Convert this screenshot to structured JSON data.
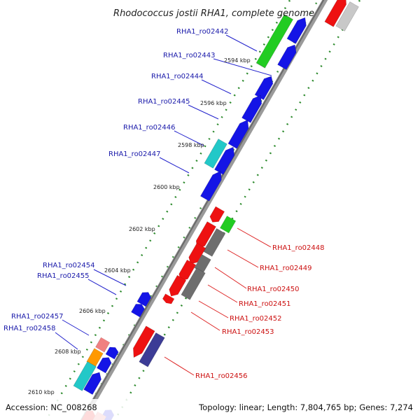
{
  "title": "Rhodococcus jostii RHA1, complete genome",
  "footer": {
    "accession": "Accession: NC_008268",
    "summary": "Topology: linear; Length: 7,804,765 bp; Genes: 7,274"
  },
  "colors": {
    "backbone": "#8c8c8c",
    "guide_dots": "#2e8b2e",
    "blue": "#1414e6",
    "red": "#ee1111",
    "green": "#22cc22",
    "cyan": "#22c8c8",
    "gray": "#6e6e6e",
    "purple": "#3c3c96",
    "orange": "#ff9900",
    "pink": "#f08080",
    "silver": "#c8c8c8"
  },
  "kbp_labels": [
    "2594 kbp",
    "2596 kbp",
    "2598 kbp",
    "2600 kbp",
    "2602 kbp",
    "2604 kbp",
    "2606 kbp",
    "2608 kbp",
    "2610 kbp"
  ],
  "left_labels": [
    "RHA1_ro02442",
    "RHA1_ro02443",
    "RHA1_ro02444",
    "RHA1_ro02445",
    "RHA1_ro02446",
    "RHA1_ro02447",
    "RHA1_ro02454",
    "RHA1_ro02455",
    "RHA1_ro02457",
    "RHA1_ro02458"
  ],
  "right_labels": [
    "RHA1_ro02448",
    "RHA1_ro02449",
    "RHA1_ro02450",
    "RHA1_ro02451",
    "RHA1_ro02452",
    "RHA1_ro02453",
    "RHA1_ro02456"
  ]
}
